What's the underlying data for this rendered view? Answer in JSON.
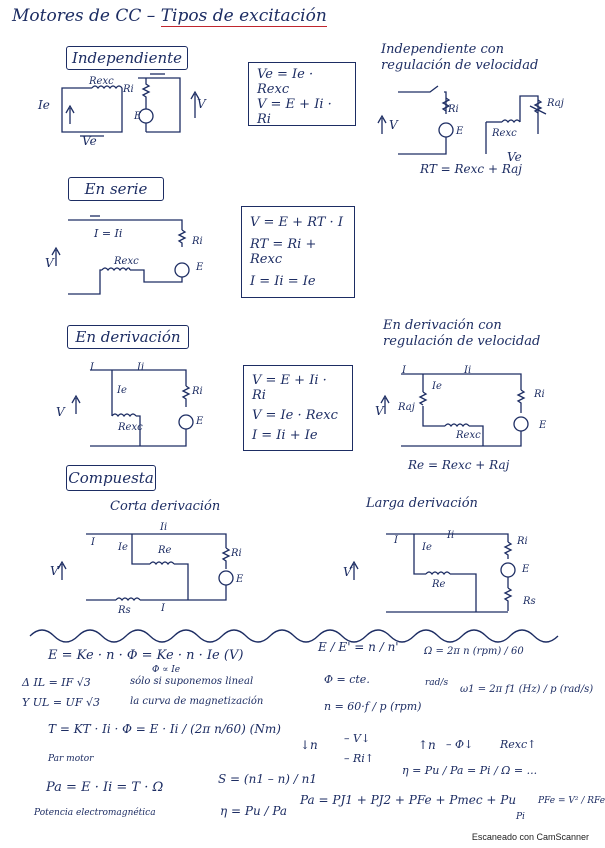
{
  "title": {
    "main": "Motores de CC –",
    "sub": "Tipos de excitación"
  },
  "sections": {
    "independiente": {
      "label": "Independiente",
      "circuit": {
        "rexc": "Rexc",
        "ri": "Ri",
        "ie": "Ie",
        "ve": "Ve",
        "v": "V",
        "e": "E"
      },
      "eqs": [
        "Ve = Ie · Rexc",
        "V = E + Ii · Ri"
      ]
    },
    "indep_reg": {
      "title_line1": "Independiente con",
      "title_line2": "regulación de velocidad",
      "circuit": {
        "ri": "Ri",
        "raj": "Raj",
        "rexc": "Rexc",
        "v": "V",
        "e": "E",
        "ve": "Ve"
      },
      "formula": "RT = Rexc + Raj"
    },
    "serie": {
      "label": "En serie",
      "circuit": {
        "current": "I = Ii",
        "ri": "Ri",
        "rexc": "Rexc",
        "v": "V",
        "e": "E"
      },
      "eqs": [
        "V = E + RT · I",
        "RT = Ri + Rexc",
        "I = Ii = Ie"
      ]
    },
    "derivacion": {
      "label": "En derivación",
      "circuit": {
        "i": "I",
        "ii": "Ii",
        "ie": "Ie",
        "ri": "Ri",
        "rexc": "Rexc",
        "v": "V",
        "e": "E"
      },
      "eqs": [
        "V = E + Ii · Ri",
        "V = Ie · Rexc",
        "I = Ii + Ie"
      ]
    },
    "deriv_reg": {
      "title_line1": "En derivación con",
      "title_line2": "regulación de velocidad",
      "circuit": {
        "i": "I",
        "ii": "Ii",
        "ie": "Ie",
        "raj": "Raj",
        "ri": "Ri",
        "rexc": "Rexc",
        "v": "V",
        "e": "E"
      },
      "formula": "Re = Rexc + Raj"
    },
    "compuesta": {
      "label": "Compuesta",
      "corta": {
        "title": "Corta derivación",
        "i": "I",
        "ii": "Ii",
        "ie": "Ie",
        "re": "Re",
        "ri": "Ri",
        "rs": "Rs",
        "v": "V",
        "e": "E",
        "i2": "I"
      },
      "larga": {
        "title": "Larga derivación",
        "i": "I",
        "ii": "Ii",
        "ie": "Ie",
        "re": "Re",
        "ri": "Ri",
        "rs": "Rs",
        "v": "V",
        "e": "E"
      }
    }
  },
  "formulas": {
    "f1": "E = Ke · n · Φ  =  Ke · n · Ie    (V)",
    "f1_note": "Φ ∝ Ie",
    "f2": "E / E' = n / n'",
    "f2b": "Φ = cte.",
    "f3a": "Ω = 2π n (rpm) / 60",
    "f3a_unit": "rad/s",
    "f3b": "ω1 = 2π f1 (Hz) / p    (rad/s)",
    "delta": "Δ  IL = IF √3",
    "wye": "Y  UL = UF √3",
    "note1": "sólo si suponemos lineal",
    "note2": "la curva de magnetización",
    "f4": "n = 60·f / p (rpm)",
    "f5": "T = KT · Ii · Φ  =  E · Ii / (2π n/60)   (Nm)",
    "f5_note": "Par motor",
    "reg1_a": "↓n",
    "reg1_b": "– V↓",
    "reg1_c": "– Ri↑",
    "reg2_a": "↑n",
    "reg2_b": "– Φ↓",
    "reg2_c": "Rexc↑",
    "eta": "η = Pu / Pa = Pi / Ω = ...",
    "f6": "Pa = E · Ii = T · Ω",
    "f6_note": "Potencia electromagnética",
    "slip": "S = (n1 – n) / n1",
    "eta2": "η = Pu / Pa",
    "pa": "Pa = PJ1 + PJ2 + PFe + Pmec + Pu",
    "pfe": "PFe = V² / RFe",
    "pi": "Pi"
  },
  "footer": "Escaneado con CamScanner"
}
